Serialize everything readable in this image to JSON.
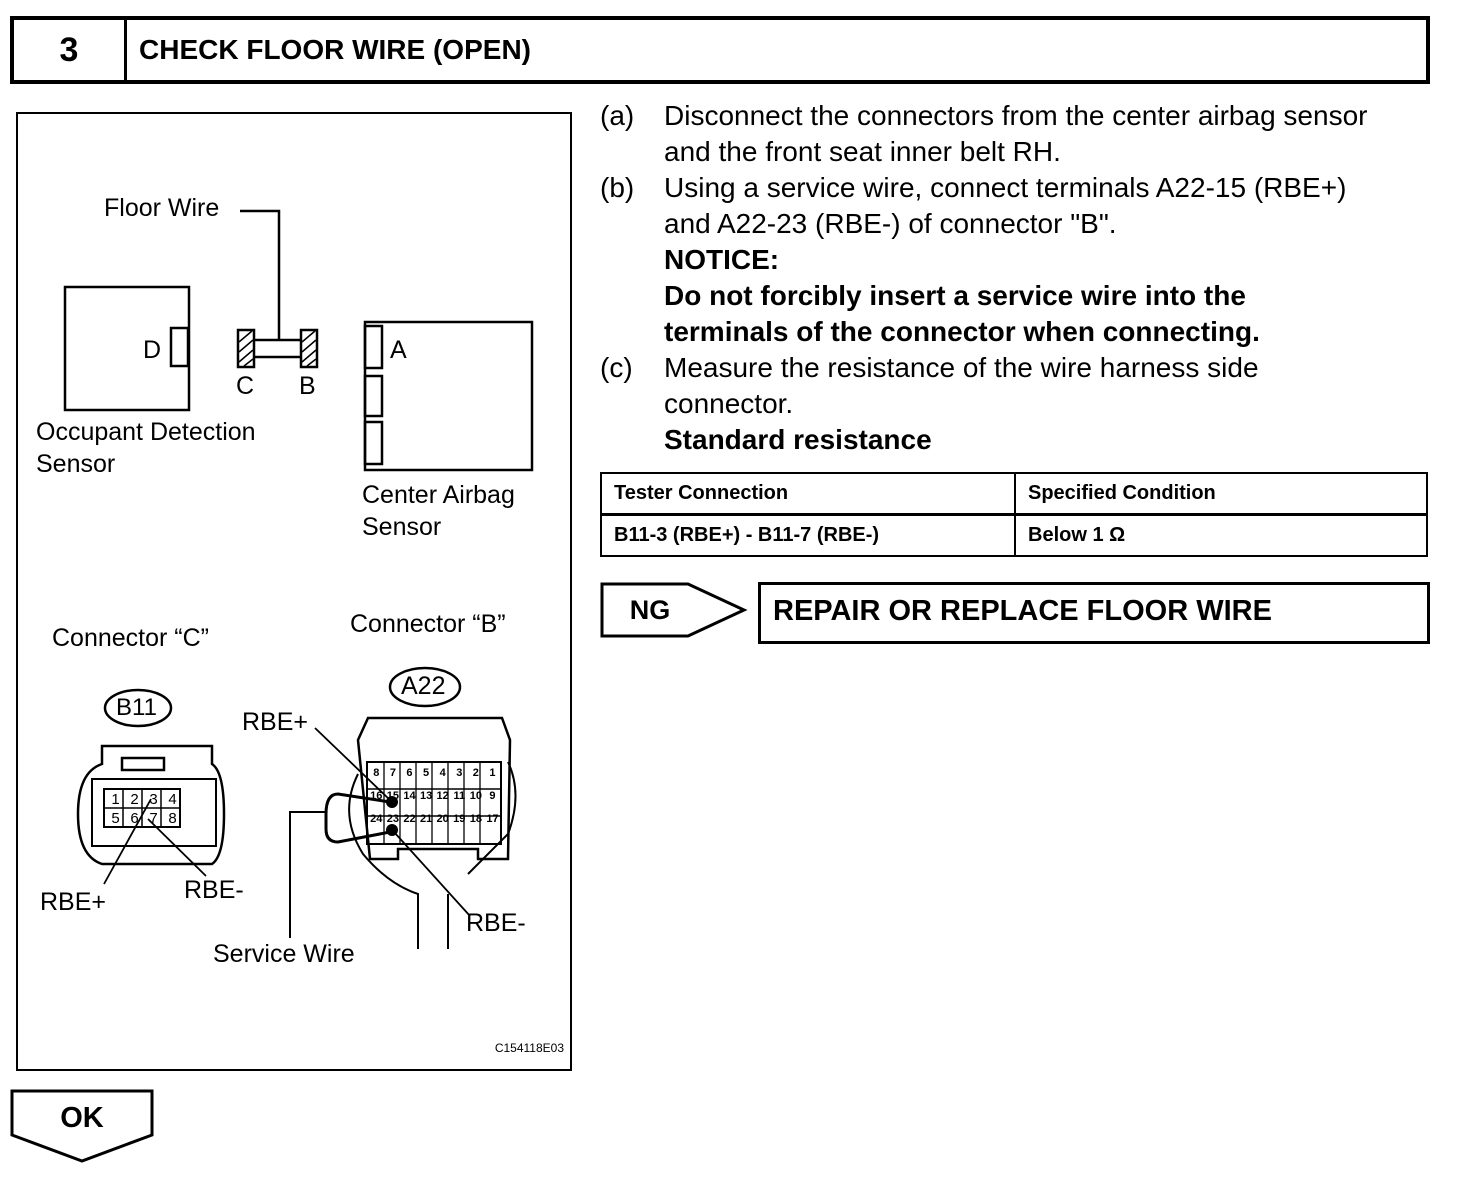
{
  "step": {
    "number": "3",
    "title": "CHECK FLOOR WIRE (OPEN)"
  },
  "figure": {
    "floor_wire": "Floor Wire",
    "occupant_sensor_line1": "Occupant Detection",
    "occupant_sensor_line2": "Sensor",
    "airbag_sensor_line1": "Center Airbag",
    "airbag_sensor_line2": "Sensor",
    "label_d": "D",
    "label_c": "C",
    "label_b": "B",
    "label_a": "A",
    "connector_c": "Connector “C”",
    "connector_b": "Connector “B”",
    "b11": "B11",
    "a22": "A22",
    "rbe_plus": "RBE+",
    "rbe_minus": "RBE-",
    "service_wire": "Service Wire",
    "figure_code": "C154118E03",
    "b11_pins": [
      "1",
      "2",
      "3",
      "4",
      "5",
      "6",
      "7",
      "8"
    ],
    "a22_row1": [
      "8",
      "7",
      "6",
      "5",
      "4",
      "3",
      "2",
      "1"
    ],
    "a22_row2": [
      "16",
      "15",
      "14",
      "13",
      "12",
      "11",
      "10",
      "9"
    ],
    "a22_row3": [
      "24",
      "23",
      "22",
      "21",
      "20",
      "19",
      "18",
      "17"
    ]
  },
  "instructions": {
    "a_letter": "(a)",
    "a_line1": "Disconnect the connectors from the center airbag sensor",
    "a_line2": "and the front seat inner belt RH.",
    "b_letter": "(b)",
    "b_line1": "Using a service wire, connect terminals A22-15 (RBE+)",
    "b_line2": "and A22-23 (RBE-) of connector \"B\".",
    "notice": "NOTICE:",
    "notice_line1": "Do not forcibly insert a service wire into the",
    "notice_line2": "terminals of the connector when connecting.",
    "c_letter": "(c)",
    "c_line1": "Measure the resistance of the wire harness side",
    "c_line2": "connector.",
    "standard": "Standard resistance"
  },
  "table": {
    "headers": [
      "Tester Connection",
      "Specified Condition"
    ],
    "rows": [
      [
        "B11-3 (RBE+) - B11-7 (RBE-)",
        "Below 1 Ω"
      ]
    ]
  },
  "ng": {
    "label": "NG",
    "result": "REPAIR OR REPLACE FLOOR WIRE"
  },
  "ok": {
    "label": "OK"
  }
}
